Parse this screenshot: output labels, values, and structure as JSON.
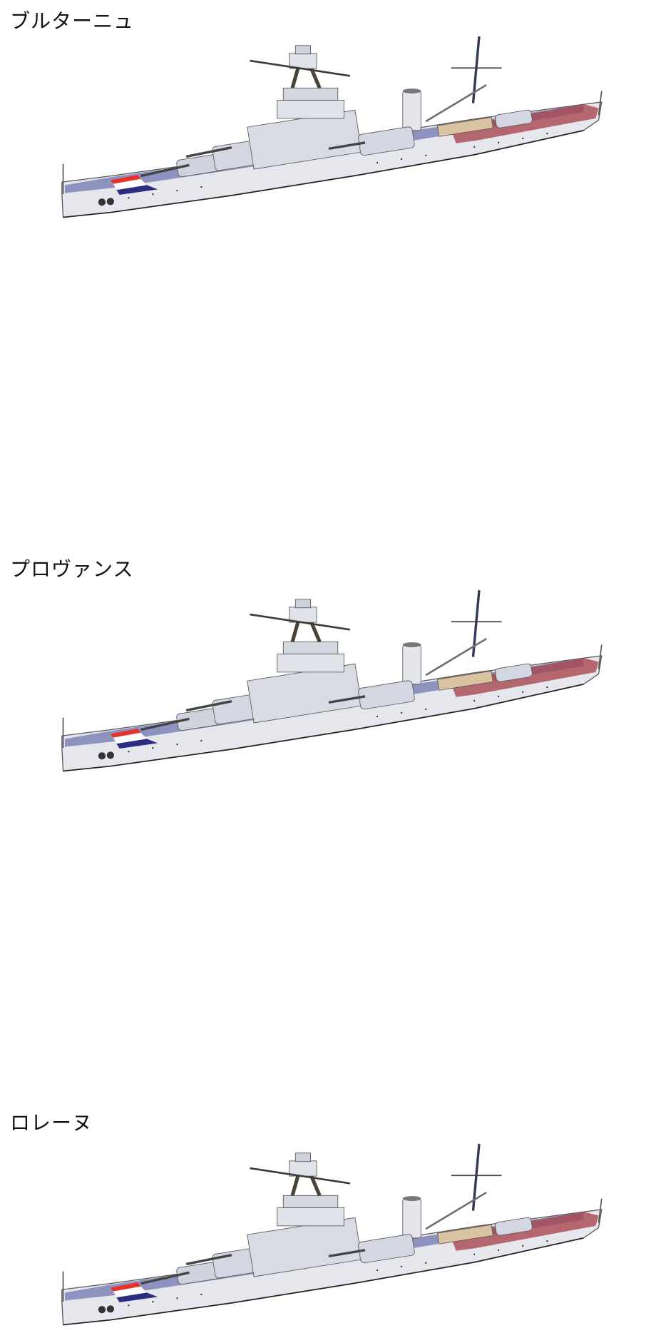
{
  "ships": [
    {
      "name": "ブルターニュ"
    },
    {
      "name": "プロヴァンス"
    },
    {
      "name": "ロレーヌ"
    }
  ],
  "colors": {
    "hull": "#e6e7ec",
    "deck_blue": "#6c74a8",
    "deck_red": "#a8474f",
    "superstructure": "#d8dbe3",
    "mast": "#4a4438",
    "flag_red": "#e8322a",
    "flag_white": "#ffffff",
    "flag_blue": "#2a2d82"
  }
}
